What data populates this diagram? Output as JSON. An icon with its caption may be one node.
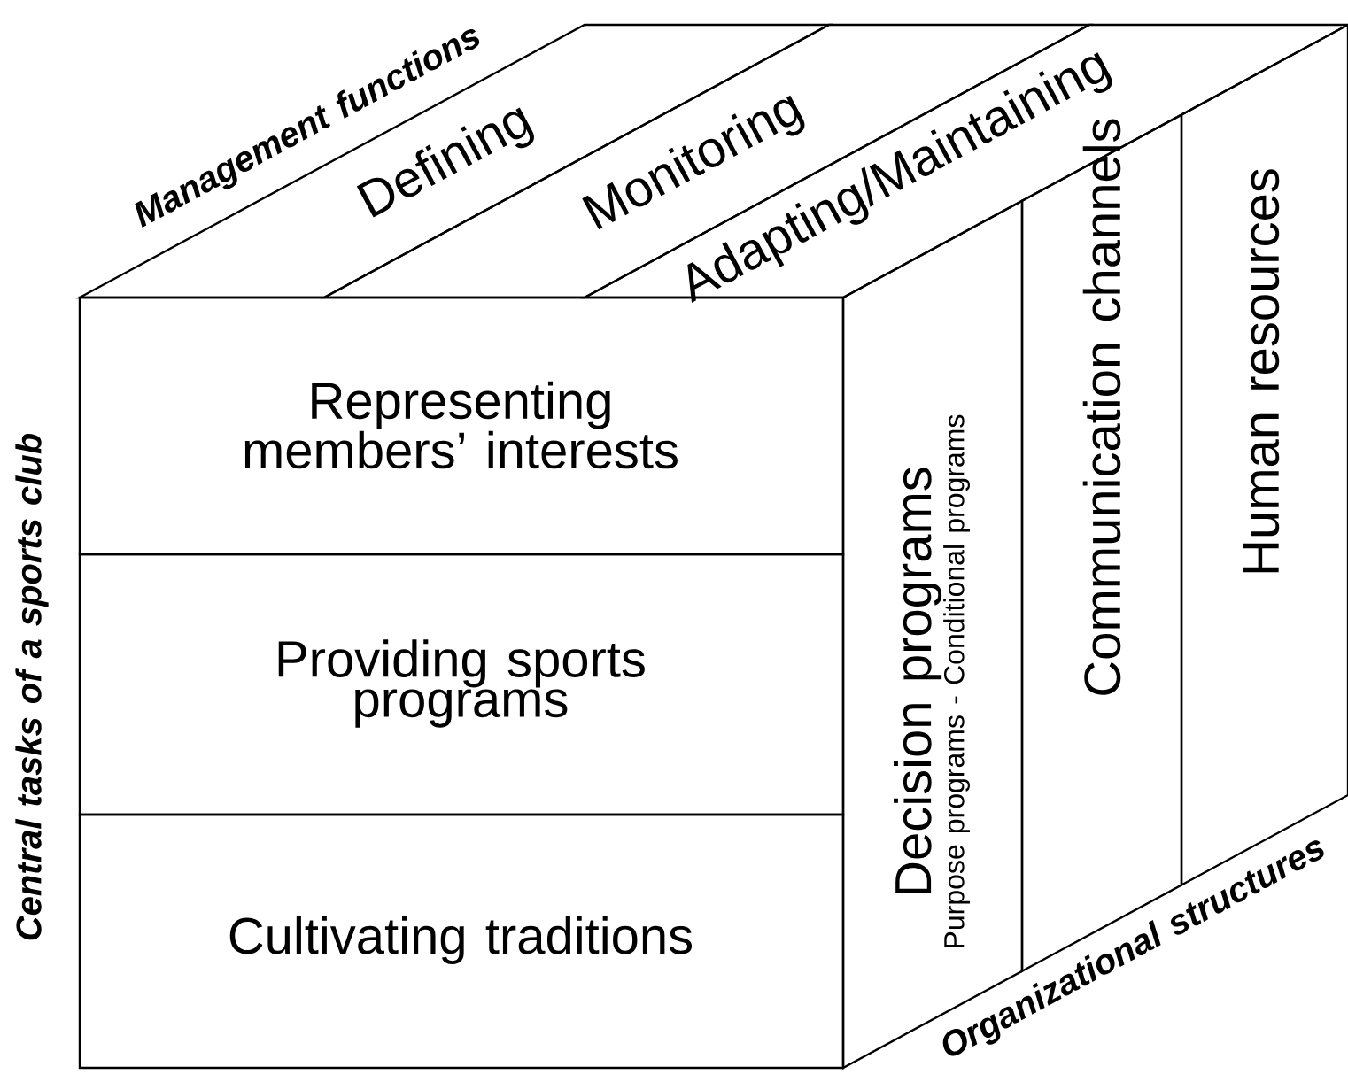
{
  "diagram": {
    "nodes": [
      {
        "text": [
          "Defining"
        ]
      },
      {
        "text": [
          "Monitoring"
        ]
      },
      {
        "text": [
          "Adapting/Maintaining"
        ]
      },
      {
        "text": [
          "Representing members’ interests"
        ]
      },
      {
        "text": [
          "Providing sports programs"
        ]
      },
      {
        "text": [
          "Cultivating traditions"
        ]
      },
      {
        "text": [
          "Decision programs",
          "Purpose programs - Conditional programs"
        ]
      },
      {
        "text": [
          "Communication channels"
        ]
      },
      {
        "text": [
          "Human resources"
        ]
      }
    ],
    "labels": [
      "Management functions",
      "Central tasks of a sports club",
      "Organizational structures"
    ]
  }
}
